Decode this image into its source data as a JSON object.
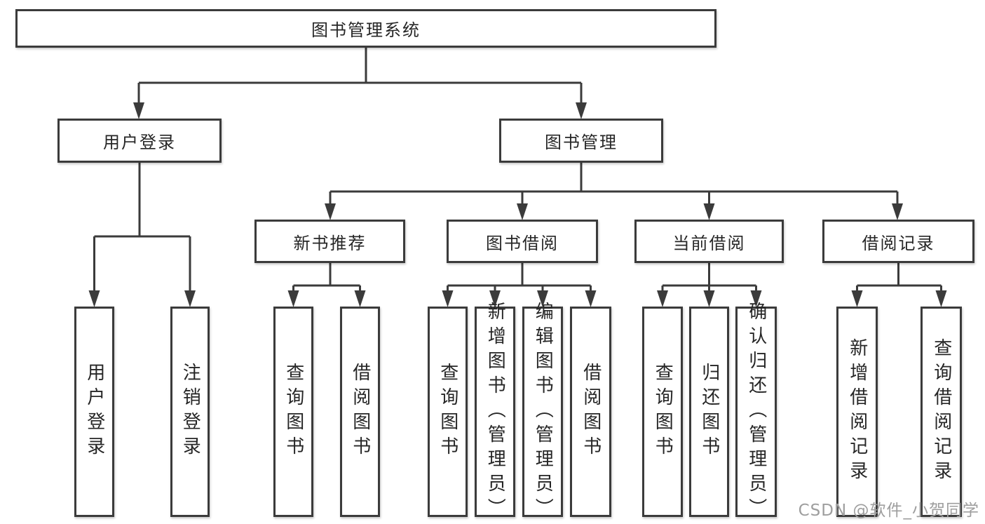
{
  "diagram": {
    "root": {
      "label": "图书管理系统"
    },
    "branches": [
      {
        "label": "用户登录",
        "leaves": [
          {
            "label": "用户登录"
          },
          {
            "label": "注销登录"
          }
        ]
      },
      {
        "label": "图书管理",
        "groups": [
          {
            "label": "新书推荐",
            "leaves": [
              {
                "label": "查询图书"
              },
              {
                "label": "借阅图书"
              }
            ]
          },
          {
            "label": "图书借阅",
            "leaves": [
              {
                "label": "查询图书"
              },
              {
                "label": "新增图书（管理员）"
              },
              {
                "label": "编辑图书（管理员）"
              },
              {
                "label": "借阅图书"
              }
            ]
          },
          {
            "label": "当前借阅",
            "leaves": [
              {
                "label": "查询图书"
              },
              {
                "label": "归还图书"
              },
              {
                "label": "确认归还（管理员）"
              }
            ]
          },
          {
            "label": "借阅记录",
            "leaves": [
              {
                "label": "新增借阅记录"
              },
              {
                "label": "查询借阅记录"
              }
            ]
          }
        ]
      }
    ]
  },
  "watermark": {
    "text": "CSDN @软件_小贺同学",
    "color": "#9e9e9e"
  },
  "colors": {
    "line": "#3b3b3b",
    "text": "#262626",
    "background": "#ffffff"
  }
}
